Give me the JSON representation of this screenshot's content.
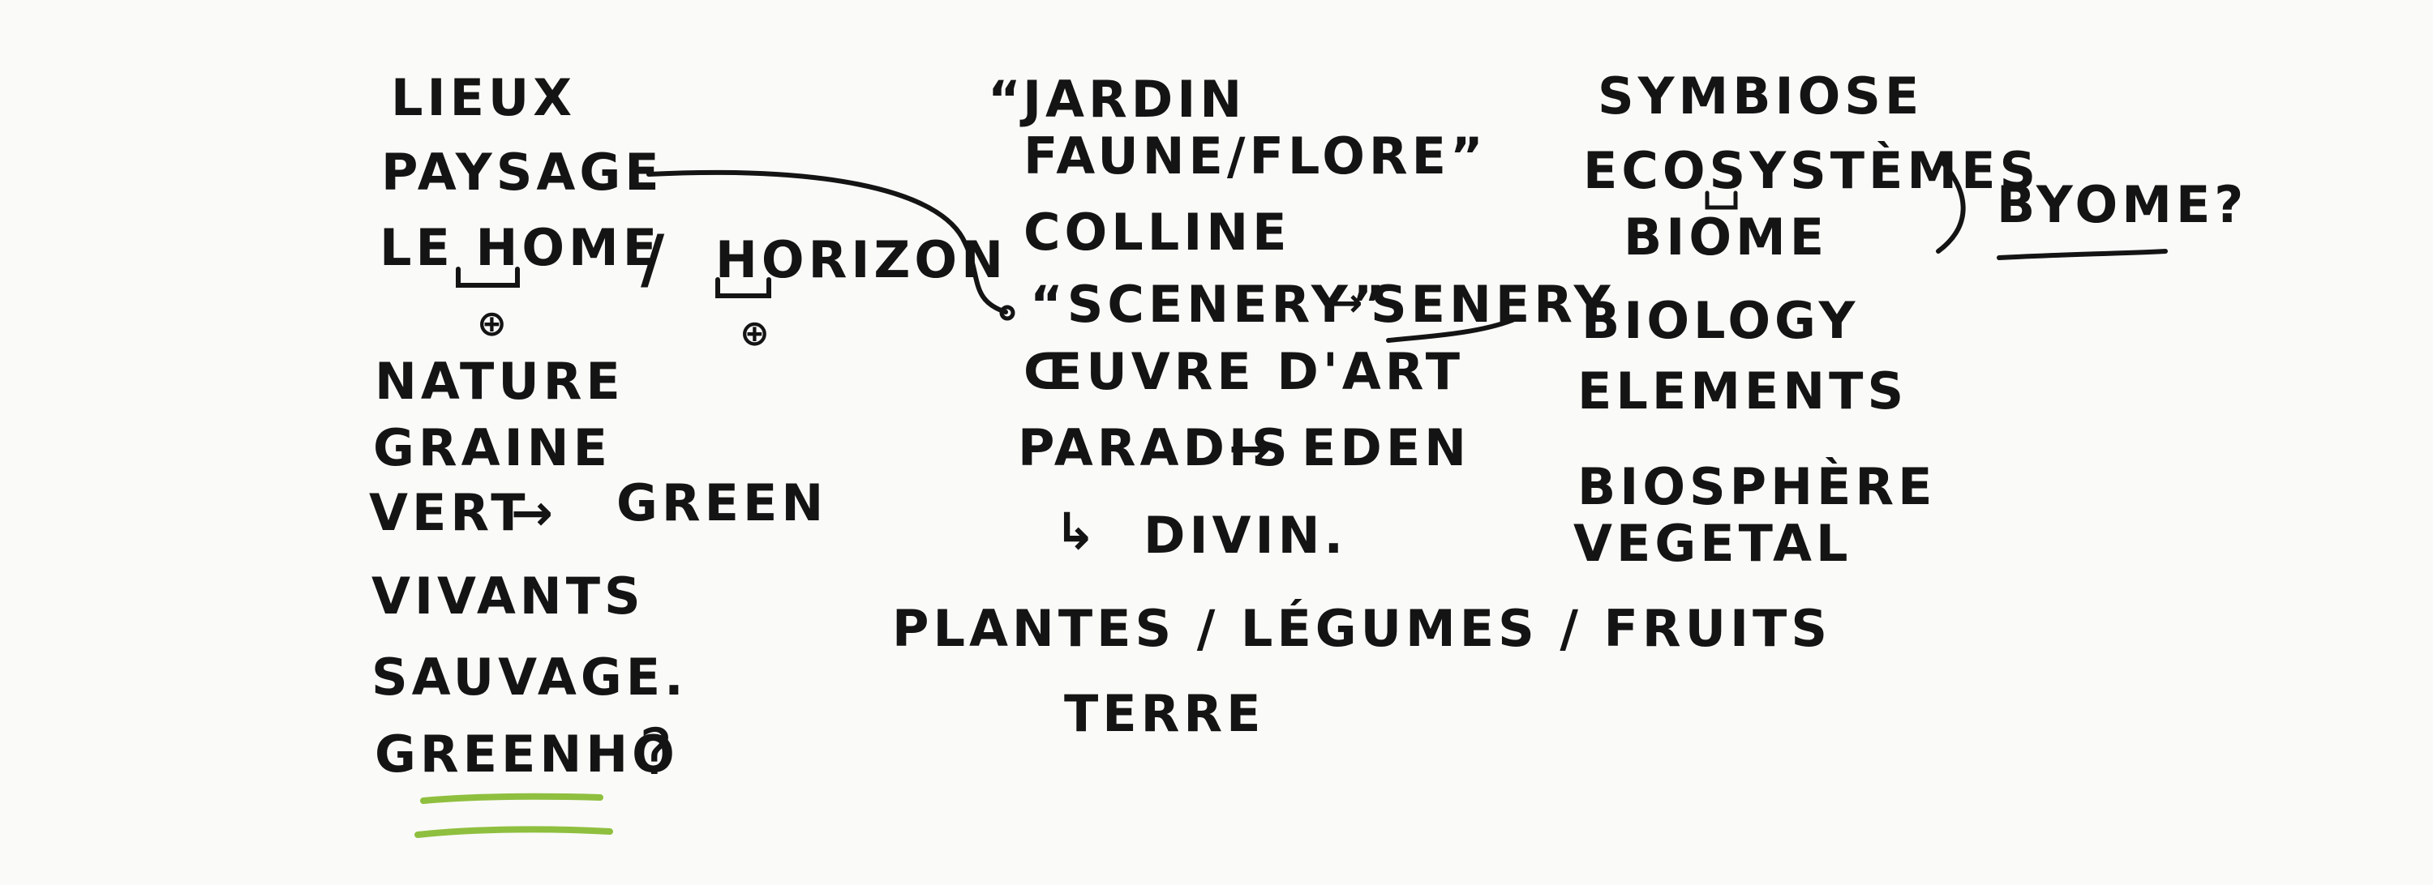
{
  "col1": {
    "lieux": "LIEUX",
    "paysage": "PAYSAGE",
    "le_home": "LE HOME",
    "slash": "/",
    "horizon": "HORIZON",
    "nature": "NATURE",
    "graine": "GRAINE",
    "vert": "VERT",
    "green": "GREEN",
    "vivants": "VIVANTS",
    "sauvage": "SAUVAGE.",
    "greenho": "GREENHO",
    "question": "?"
  },
  "col2": {
    "jardin": "“JARDIN",
    "faune_flore": "FAUNE/FLORE”",
    "colline": "COLLINE",
    "scenery": "“SCENERY”",
    "senery": "SENERY",
    "oeuvre": "ŒUVRE D'ART",
    "paradis": "PARADIS",
    "eden": "EDEN",
    "divin": "DIVIN.",
    "plantes": "PLANTES / LÉGUMES / FRUITS",
    "terre": "TERRE"
  },
  "col3": {
    "symbiose": "SYMBIOSE",
    "ecosystemes": "ECOSYSTÈMES",
    "biome": "BIOME",
    "byome": "BYOME?",
    "biology": "BIOLOGY",
    "elements": "ELEMENTS",
    "biosphere": "BIOSPHÈRE",
    "vegetal": "VEGETAL"
  },
  "symbols": {
    "arrow_right": "→",
    "arrow_hook": "↳",
    "circled_plus": "⊕"
  },
  "colors": {
    "ink": "#141414",
    "green_highlight": "#8fbf3f",
    "paper": "#fafaf8"
  }
}
